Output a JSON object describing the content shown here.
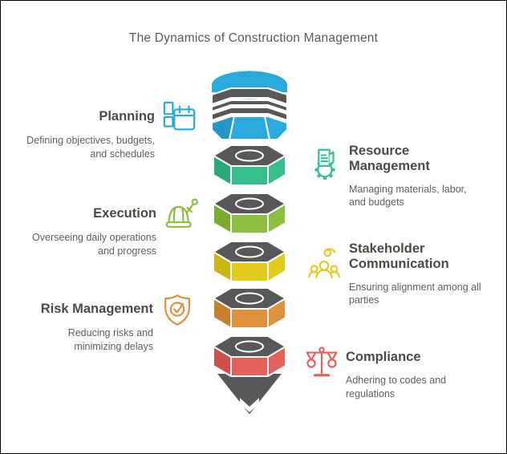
{
  "title": "The Dynamics of Construction Management",
  "colors": {
    "title_text": "#595959",
    "heading_text": "#4C4A43",
    "body_text": "#5E5E5E",
    "background": "#FFFFFF"
  },
  "left_items": [
    {
      "heading": "Planning",
      "description": [
        "Defining objectives, budgets,",
        "and schedules"
      ],
      "icon": "calendar-checklist-icon",
      "accent": "#29A9DC"
    },
    {
      "heading": "Execution",
      "description": [
        "Overseeing daily operations",
        "and progress"
      ],
      "icon": "hard-hat-icon",
      "accent": "#8CBE3F"
    },
    {
      "heading": "Risk Management",
      "description": [
        "Reducing risks and",
        "minimizing delays"
      ],
      "icon": "shield-check-icon",
      "accent": "#E0913C"
    }
  ],
  "right_items": [
    {
      "heading": [
        "Resource",
        "Management"
      ],
      "description": [
        "Managing materials, labor,",
        "and budgets"
      ],
      "icon": "gear-document-icon",
      "accent": "#36BF8D"
    },
    {
      "heading": [
        "Stakeholder",
        "Communication"
      ],
      "description": [
        "Ensuring alignment among all",
        "parties"
      ],
      "icon": "people-group-icon",
      "accent": "#E2CB1D"
    },
    {
      "heading": "Compliance",
      "description": [
        "Adhering to codes and",
        "regulations"
      ],
      "icon": "scales-icon",
      "accent": "#E4605A"
    }
  ],
  "funnel": {
    "gray": "#58585A",
    "segments": [
      {
        "name": "planning",
        "color": "#29A9DC",
        "color_dark": "#2397C7"
      },
      {
        "name": "resource-management",
        "color": "#36BF8D",
        "color_dark": "#2CA878"
      },
      {
        "name": "execution",
        "color": "#8CBE3F",
        "color_dark": "#7BAC31"
      },
      {
        "name": "stakeholder-communication",
        "color": "#E2CB1D",
        "color_dark": "#CBB414"
      },
      {
        "name": "risk-management",
        "color": "#E0913C",
        "color_dark": "#CA7F2F"
      },
      {
        "name": "compliance",
        "color": "#E4605A",
        "color_dark": "#D04E49"
      }
    ]
  }
}
